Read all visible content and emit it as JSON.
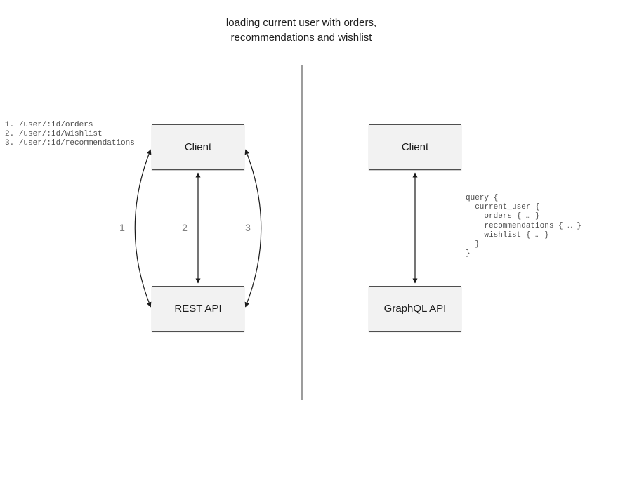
{
  "title": {
    "line1": "loading current user with orders,",
    "line2": "recommendations and wishlist"
  },
  "left_panel": {
    "endpoints": {
      "lines": [
        "1. /user/:id/orders",
        "2. /user/:id/wishlist",
        "3. /user/:id/recommendations"
      ]
    },
    "client_box": {
      "label": "Client"
    },
    "api_box": {
      "label": "REST API"
    },
    "arrow_labels": {
      "first": "1",
      "second": "2",
      "third": "3"
    }
  },
  "right_panel": {
    "client_box": {
      "label": "Client"
    },
    "api_box": {
      "label": "GraphQL API"
    },
    "query": {
      "lines": [
        "query {",
        "  current_user {",
        "    orders { … }",
        "    recommendations { … }",
        "    wishlist { … }",
        "  }",
        "}"
      ]
    }
  },
  "colors": {
    "box_fill": "#f2f2f2",
    "box_border": "#4f4f4f",
    "arrow": "#1a1a1a",
    "divider": "#737373",
    "mono_text": "#4d4d4d",
    "arrow_number": "#808080",
    "title_text": "#1f1f1f"
  }
}
